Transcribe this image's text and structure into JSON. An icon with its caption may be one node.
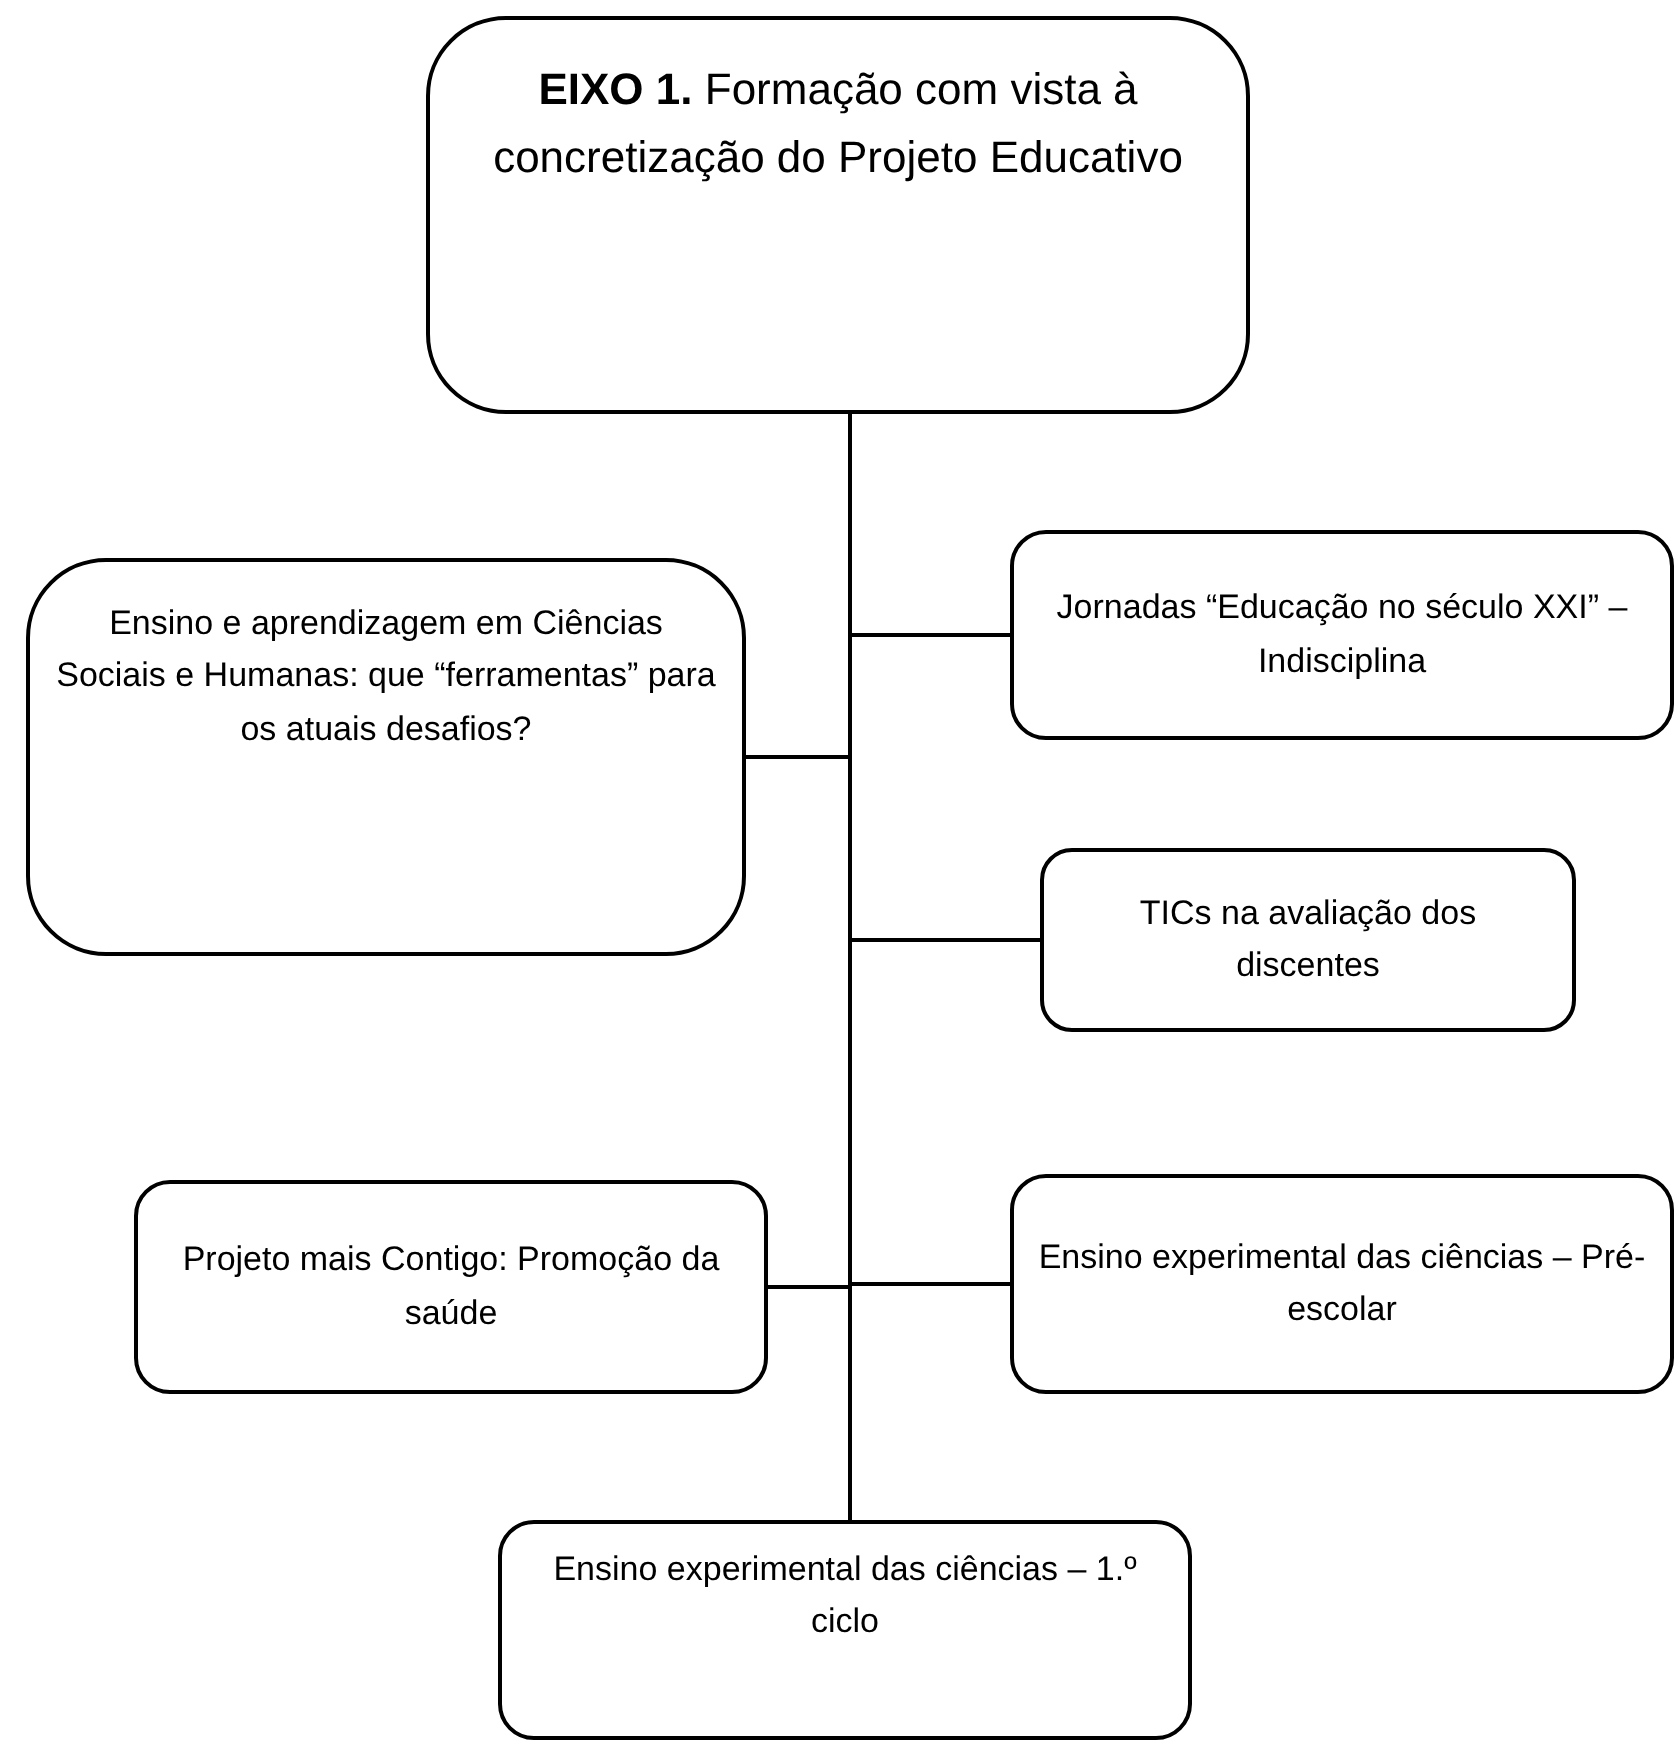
{
  "diagram": {
    "nodes": [
      {
        "text": [
          "**EIXO 1.** Formação com vista à concretização do Projeto Educativo"
        ]
      },
      {
        "text": [
          "Jornadas “Educação no século XXI” – Indisciplina"
        ]
      },
      {
        "text": [
          "Ensino e aprendizagem em Ciências Sociais e Humanas: que “ferramentas” para os atuais desafios?"
        ]
      },
      {
        "text": [
          "TICs na avaliação dos discentes"
        ]
      },
      {
        "text": [
          "Projeto mais Contigo: Promoção da saúde"
        ]
      },
      {
        "text": [
          "Ensino experimental das ciências – Pré-escolar"
        ]
      },
      {
        "text": [
          "Ensino experimental das ciências – 1.º ciclo"
        ]
      }
    ],
    "edges": [
      {
        "from": 0,
        "to": 1,
        "arrow": "none"
      },
      {
        "from": 0,
        "to": 2,
        "arrow": "none"
      },
      {
        "from": 0,
        "to": 3,
        "arrow": "none"
      },
      {
        "from": 0,
        "to": 4,
        "arrow": "none"
      },
      {
        "from": 0,
        "to": 5,
        "arrow": "none"
      },
      {
        "from": 0,
        "to": 6,
        "arrow": "none"
      }
    ]
  }
}
